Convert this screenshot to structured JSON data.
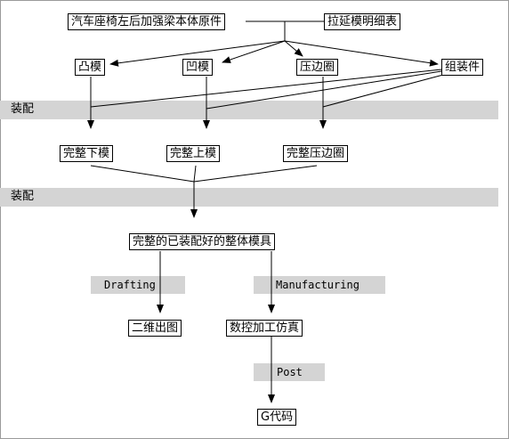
{
  "nodes": {
    "source_part": "汽车座椅左后加强梁本体原件",
    "stretch_table": "拉延模明细表",
    "punch": "凸模",
    "die": "凹模",
    "blank_holder": "压边圈",
    "components": "组装件",
    "complete_lower": "完整下模",
    "complete_upper": "完整上模",
    "complete_holder": "完整压边圈",
    "assembled_die": "完整的已装配好的整体模具",
    "drawing_2d": "二维出图",
    "cnc_sim": "数控加工仿真",
    "gcode": "G代码"
  },
  "bands": {
    "assembly_1": "装配",
    "assembly_2": "装配",
    "drafting": "Drafting",
    "manufacturing": "Manufacturing",
    "post": "Post"
  },
  "colors": {
    "band": "#d4d4d4",
    "line": "#000000",
    "frame": "#9a9a9a"
  }
}
